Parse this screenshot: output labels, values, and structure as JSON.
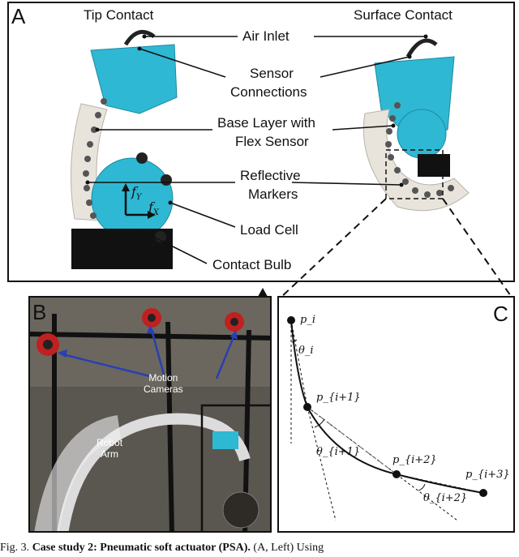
{
  "panel_a": {
    "label": "A",
    "left_title": "Tip Contact",
    "right_title": "Surface Contact",
    "callouts": {
      "air_inlet": "Air Inlet",
      "sensor_connections_1": "Sensor",
      "sensor_connections_2": "Connections",
      "base_layer_1": "Base Layer with",
      "base_layer_2": "Flex Sensor",
      "markers_1": "Reflective",
      "markers_2": "Markers",
      "load_cell": "Load Cell",
      "contact_bulb": "Contact Bulb"
    },
    "force_labels": {
      "fy": "f",
      "fy_sub": "Y",
      "fx": "f",
      "fx_sub": "X"
    }
  },
  "panel_b": {
    "label": "B",
    "motion_cameras_1": "Motion",
    "motion_cameras_2": "Cameras",
    "robot_arm_1": "Robot",
    "robot_arm_2": "Arm"
  },
  "panel_c": {
    "label": "C",
    "points": [
      "p_i",
      "p_{i+1}",
      "p_{i+2}",
      "p_{i+3}"
    ],
    "angles": [
      "θ_i",
      "θ_{i+1}",
      "θ_{i+2}"
    ]
  },
  "caption": {
    "prefix": "Fig. 3.   ",
    "bold": "Case study 2: Pneumatic soft actuator (PSA).",
    "rest": " (A, Left) Using"
  },
  "colors": {
    "actuator_blue": "#2fb8d3",
    "base_layer": "#e8e4dc",
    "arrow_blue": "#2a3fb0"
  }
}
